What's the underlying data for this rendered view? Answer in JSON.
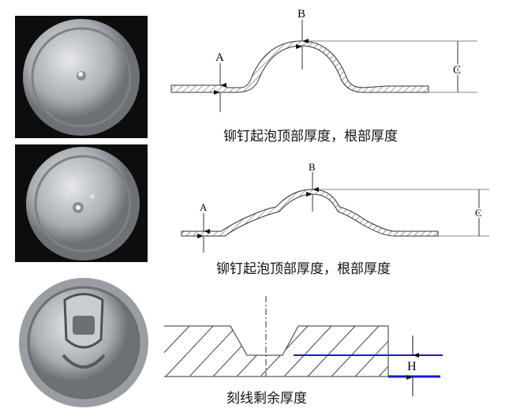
{
  "diagram1": {
    "label_a": "A",
    "label_b": "B",
    "label_c": "C",
    "caption": "铆钉起泡顶部厚度，根部厚度"
  },
  "diagram2": {
    "label_a": "A",
    "label_b": "B",
    "label_c": "C",
    "caption": "铆钉起泡顶部厚度，根部厚度"
  },
  "diagram3": {
    "label_h": "H",
    "caption": "刻线剩余厚度"
  },
  "colors": {
    "line": "#333333",
    "blue": "#1a1acc",
    "photo_bg": "#111111"
  }
}
